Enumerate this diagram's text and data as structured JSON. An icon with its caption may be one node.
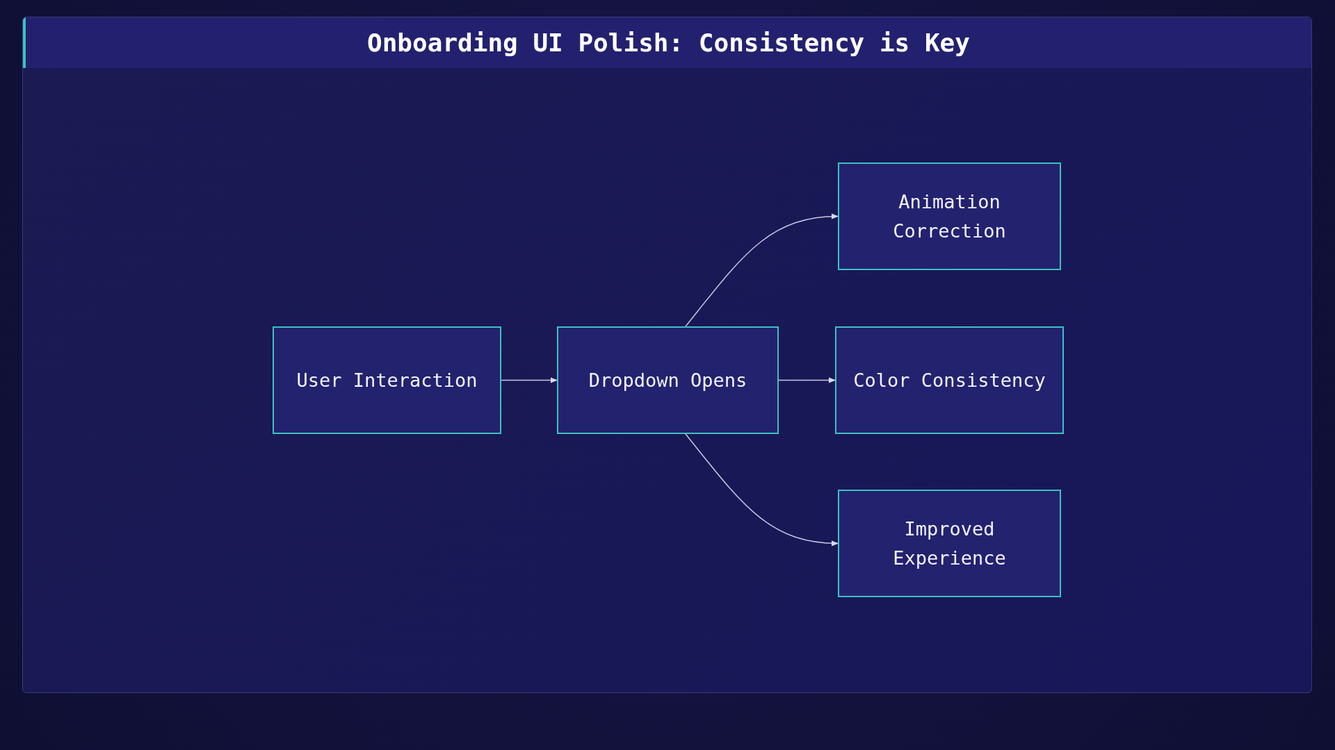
{
  "diagram": {
    "title": "Onboarding UI Polish: Consistency is Key",
    "nodes": [
      {
        "text": [
          "User Interaction"
        ]
      },
      {
        "text": [
          "Dropdown Opens"
        ]
      },
      {
        "text": [
          "Animation Correction"
        ]
      },
      {
        "text": [
          "Color Consistency"
        ]
      },
      {
        "text": [
          "Improved Experience"
        ]
      }
    ],
    "edges": [
      {
        "from": 0,
        "to": 1,
        "arrow": "to"
      },
      {
        "from": 1,
        "to": 2,
        "arrow": "to"
      },
      {
        "from": 1,
        "to": 3,
        "arrow": "to"
      },
      {
        "from": 1,
        "to": 4,
        "arrow": "to"
      }
    ]
  }
}
